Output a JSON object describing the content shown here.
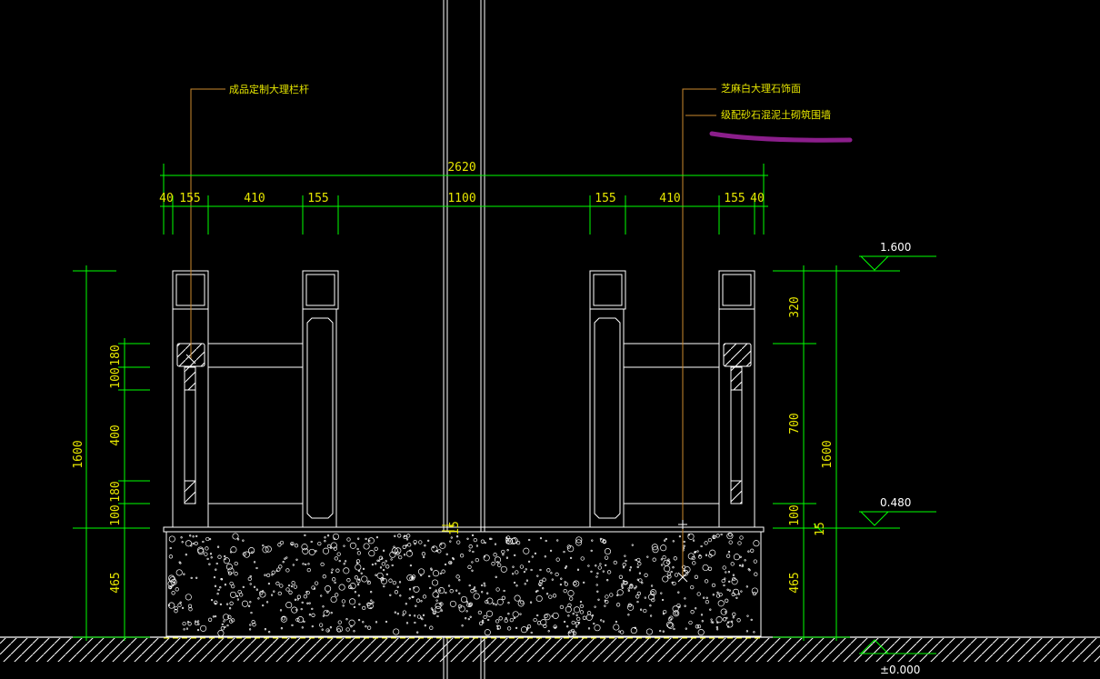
{
  "drawing": {
    "top_dims": {
      "overall": "2620",
      "left_segments": [
        "40",
        "155",
        "410",
        "155"
      ],
      "center": "1100",
      "right_segments": [
        "155",
        "410",
        "155",
        "40"
      ]
    },
    "left_dims": {
      "total": "1600",
      "segments": [
        "180",
        "100",
        "400",
        "180",
        "100"
      ],
      "base": "465"
    },
    "right_dims": {
      "segments": [
        "320",
        "700",
        "100"
      ],
      "total": "1600",
      "small": "15",
      "base": "465"
    },
    "center_mark": "15",
    "levels": {
      "top": "1.600",
      "mid": "0.480",
      "ground": "±0.000"
    },
    "callouts": {
      "left_note": "成品定制大理栏杆",
      "right_note_1": "芝麻白大理石饰面",
      "right_note_2": "级配砂石混泥土砌筑围墙"
    },
    "colors": {
      "background": "#000000",
      "outline": "#ffffff",
      "dimension": "#00ff00",
      "text": "#e6e600",
      "leader": "#cc8a2e",
      "highlight": "#8b1e8b"
    }
  }
}
